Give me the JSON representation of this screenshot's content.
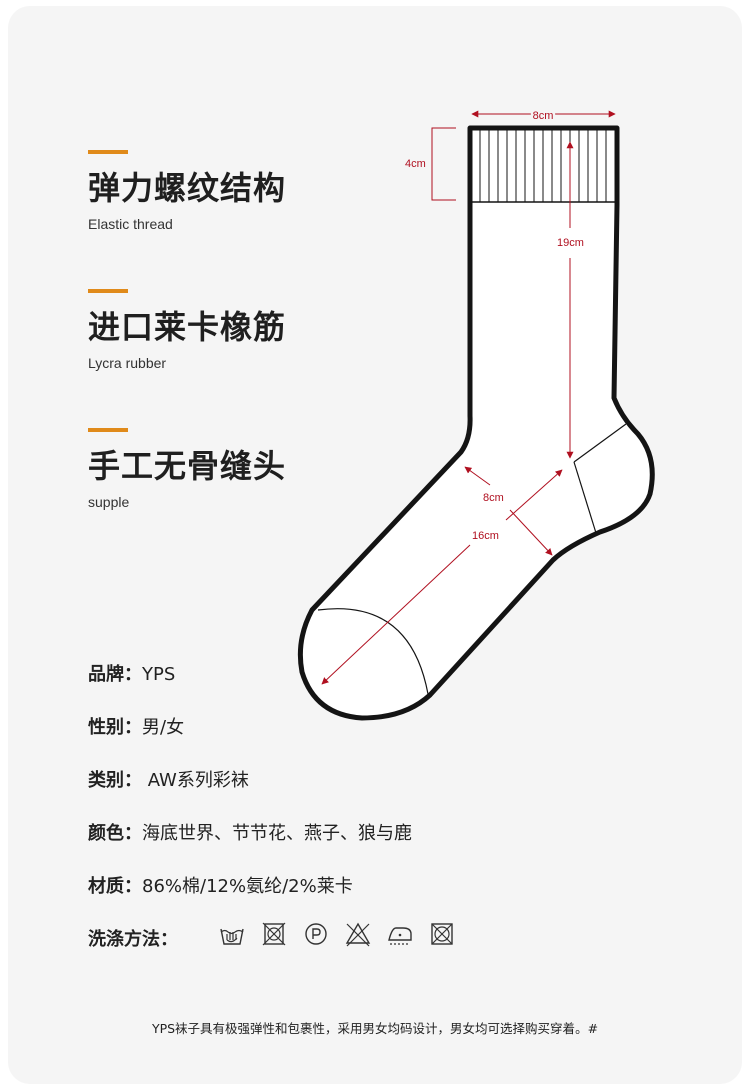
{
  "features": [
    {
      "title": "弹力螺纹结构",
      "subtitle": "Elastic thread"
    },
    {
      "title": "进口莱卡橡筋",
      "subtitle": "Lycra rubber"
    },
    {
      "title": "手工无骨缝头",
      "subtitle": "supple"
    }
  ],
  "dimensions": {
    "top_width": "8cm",
    "cuff_height": "4cm",
    "leg_length": "19cm",
    "heel_width": "8cm",
    "foot_length": "16cm"
  },
  "specs": [
    {
      "label": "品牌：",
      "value": "YPS"
    },
    {
      "label": "性别：",
      "value": "男/女"
    },
    {
      "label": "类别：",
      "value": " AW系列彩袜"
    },
    {
      "label": "颜色：",
      "value": "海底世界、节节花、燕子、狼与鹿"
    },
    {
      "label": "材质：",
      "value": "86%棉/12%氨纶/2%莱卡"
    },
    {
      "label": "洗涤方法：",
      "value": ""
    }
  ],
  "care_icons": [
    "hand-wash-icon",
    "no-tumble-dry-icon",
    "dry-clean-p-icon",
    "no-bleach-icon",
    "low-iron-icon",
    "no-dryer-icon"
  ],
  "footer": "YPS袜子具有极强弹性和包裹性，采用男女均码设计，男女均可选择购买穿着。#",
  "colors": {
    "accent": "#e08a1a",
    "dimension": "#b01020",
    "outline": "#1a1a1a"
  }
}
